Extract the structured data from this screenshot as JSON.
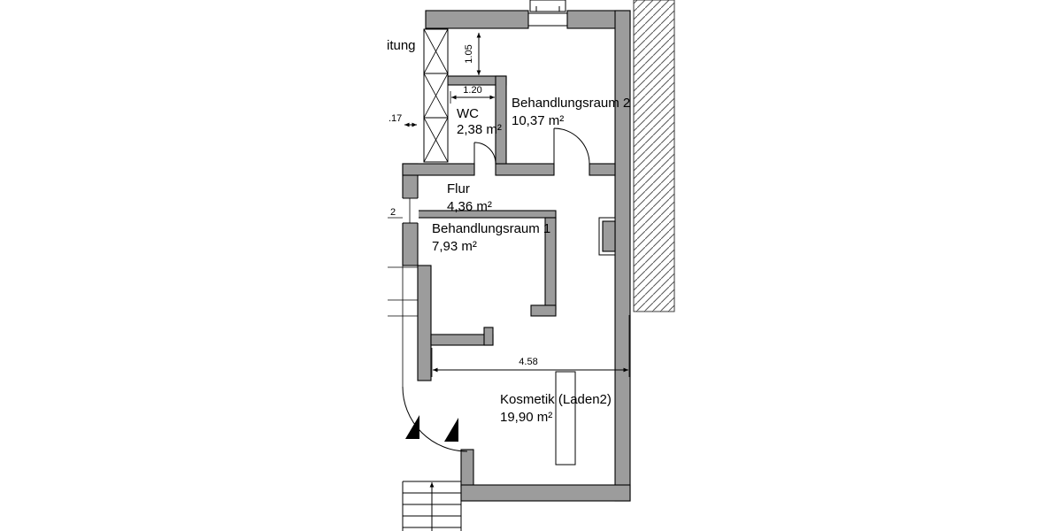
{
  "rooms": {
    "behandlungsraum2": {
      "name": "Behandlungsraum 2",
      "area": "10,37 m²"
    },
    "wc": {
      "name": "WC",
      "area": "2,38 m²"
    },
    "flur": {
      "name": "Flur",
      "area": "4,36 m²"
    },
    "behandlungsraum1": {
      "name": "Behandlungsraum 1",
      "area": "7,93 m²"
    },
    "kosmetik": {
      "name": "Kosmetik (Laden2)",
      "area": "19,90 m²"
    }
  },
  "dimensions": {
    "niche_height": "1.05",
    "wc_width": "1.20",
    "laden_width": "4.58",
    "wall_thickness": ".17",
    "left_partial": "2"
  },
  "partial_labels": {
    "leitung": "itung"
  },
  "colors": {
    "wall_fill": "#9c9c9c",
    "line": "#000000",
    "background": "#ffffff",
    "hatch_line": "#3a3a3a"
  }
}
